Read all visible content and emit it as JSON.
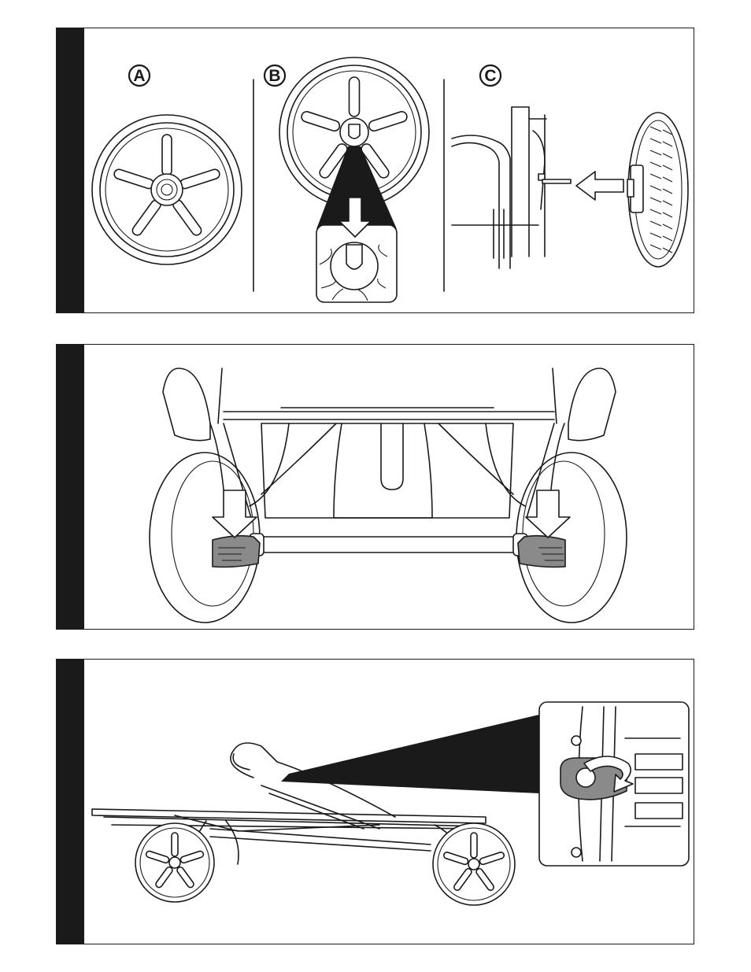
{
  "step_labels": {
    "a": "A",
    "b": "B",
    "c": "C"
  },
  "colors": {
    "line": "#1a1a1a",
    "part_fill": "#8a8a8a",
    "paper": "#ffffff"
  },
  "icons": [
    "arrow-down-icon",
    "arrow-left-icon",
    "rotate-arrow-icon"
  ]
}
